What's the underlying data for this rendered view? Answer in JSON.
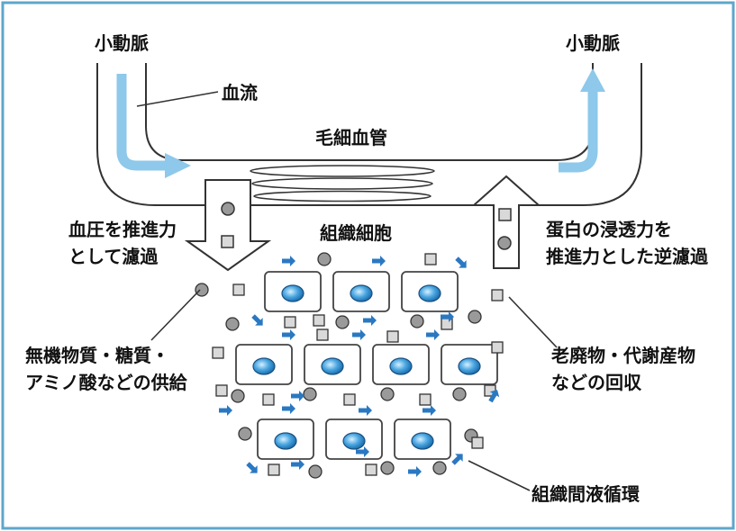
{
  "labels": {
    "artery_left": "小動脈",
    "artery_right": "小動脈",
    "blood_flow": "血流",
    "capillary": "毛細血管",
    "tissue_cells": "組織細胞",
    "filtration_line1": "血圧を推進力",
    "filtration_line2": "として濾過",
    "reabsorption_line1": "蛋白の浸透力を",
    "reabsorption_line2": "推進力とした逆濾過",
    "supply_line1": "無機物質・糖質・",
    "supply_line2": "アミノ酸などの供給",
    "waste_line1": "老廃物・代謝産物",
    "waste_line2": "などの回収",
    "interstitial": "組織間液循環"
  },
  "colors": {
    "frame": "#5fa6cc",
    "vessel_line": "#333333",
    "flow_arrow": "#8ec8ea",
    "small_arrow": "#2a78c2",
    "cell_border": "#444444",
    "nucleus": "#2f8fd0",
    "particle_round": "#9a9a9a",
    "particle_square": "#d9d9d9"
  }
}
